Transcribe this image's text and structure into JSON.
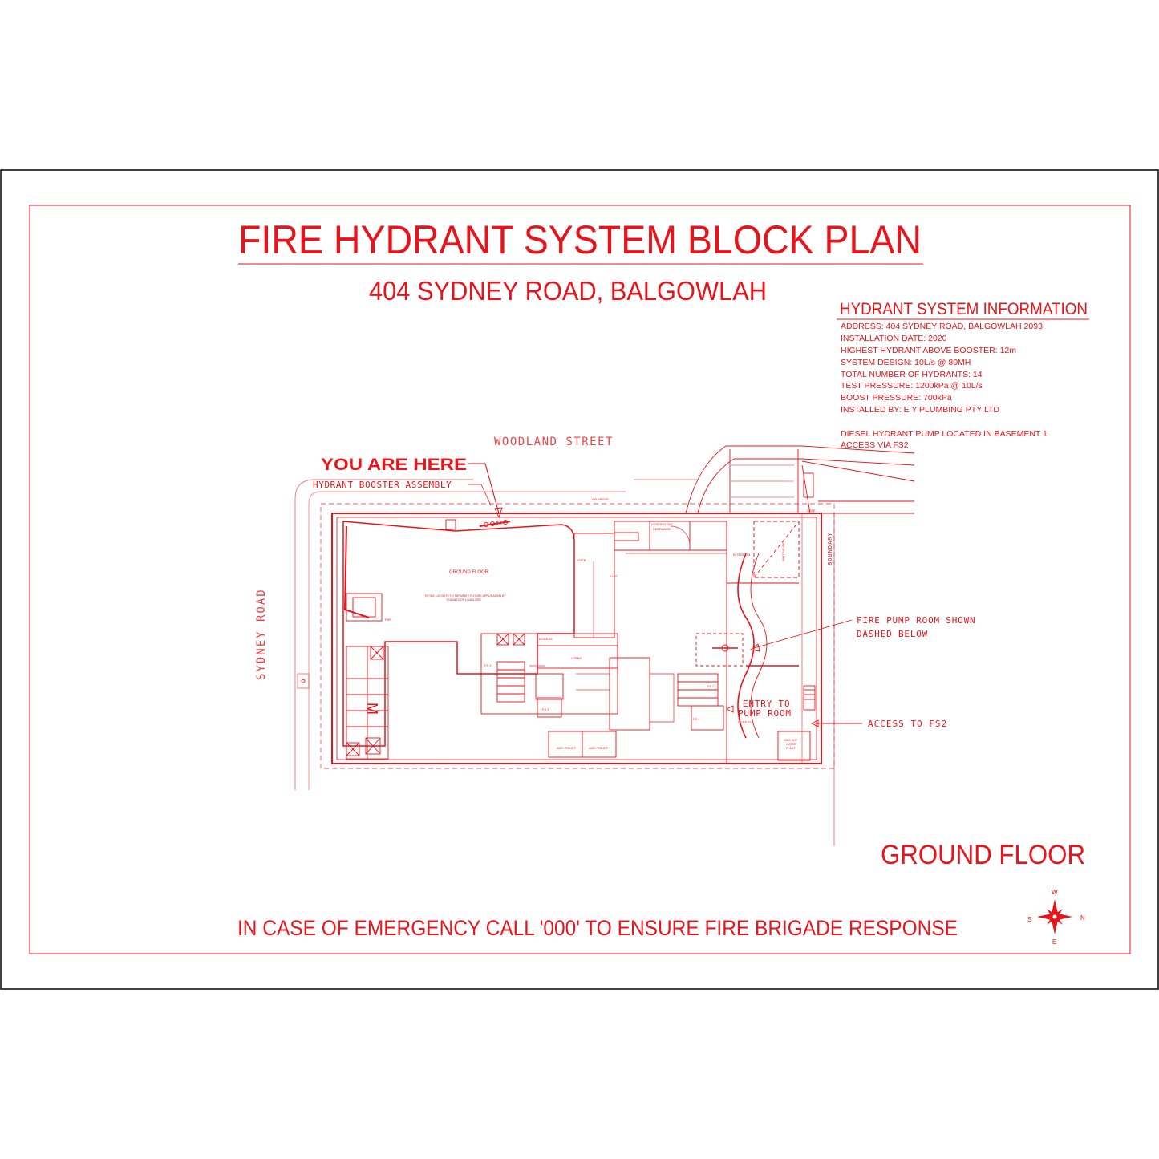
{
  "title": "FIRE HYDRANT SYSTEM BLOCK PLAN",
  "subtitle": "404 SYDNEY ROAD, BALGOWLAH",
  "info": {
    "heading": "HYDRANT SYSTEM INFORMATION",
    "lines": [
      "ADDRESS: 404 SYDNEY ROAD, BALGOWLAH 2093",
      "INSTALLATION DATE:  2020",
      "HIGHEST HYDRANT ABOVE BOOSTER: 12m",
      "SYSTEM DESIGN: 10L/s @ 80MH",
      "TOTAL NUMBER OF HYDRANTS: 14",
      "TEST PRESSURE: 1200kPa @ 10L/s",
      "BOOST PRESSURE: 700kPa",
      "INSTALLED BY: E Y PLUMBING PTY LTD"
    ],
    "note1": "DIESEL HYDRANT PUMP LOCATED IN BASEMENT 1",
    "note2": "ACCESS VIA FS2"
  },
  "streets": {
    "woodland": "WOODLAND STREET",
    "sydney": "SYDNEY ROAD",
    "boundary": "BOUNDARY"
  },
  "callouts": {
    "you_are_here": "YOU ARE HERE",
    "booster": "HYDRANT BOOSTER ASSEMBLY",
    "pump_room_1": "FIRE PUMP ROOM SHOWN",
    "pump_room_2": "DASHED BELOW",
    "entry_1": "ENTRY TO",
    "entry_2": "PUMP ROOM",
    "access_fs2": "ACCESS TO FS2"
  },
  "plan_labels": {
    "ground_floor": "GROUND FLOOR",
    "retail_1": "RETAIL LAYOUTS TO SEPARATE FUTURE APPLICATION BY",
    "retail_2": "TENANTS OR LANDLORD",
    "loading_1": "LOADING BAY",
    "loading_2": "ENTRANCE",
    "lobby": "LOBBY",
    "egress_1": "EGRESS",
    "egress_2": "EGRESS",
    "fs1": "FS 1",
    "fs2": "FS 2",
    "fs3": "FS 3",
    "fs4": "FS 4",
    "gate_1": "GATE",
    "gate_2": "GATE",
    "acc_toilet_1": "ACC. TOILET",
    "acc_toilet_2": "ACC. TOILET",
    "aw_above": "AW ABOVE",
    "waiting_bay": "WAITING BAY",
    "gas_hot_water_1": "GAS HOT",
    "gas_hot_water_2": "WATER",
    "gas_hot_water_3": "PLANT",
    "intercom": "INTERCOM",
    "elec": "ELEC",
    "fhr": "FHR"
  },
  "floor_name": "GROUND FLOOR",
  "emergency": "IN CASE OF EMERGENCY CALL '000' TO ENSURE FIRE BRIGADE RESPONSE",
  "compass": {
    "n": "N",
    "s": "S",
    "e": "E",
    "w": "W"
  },
  "colors": {
    "accent": "#e8141b",
    "ink": "#000000",
    "paper": "#ffffff"
  }
}
